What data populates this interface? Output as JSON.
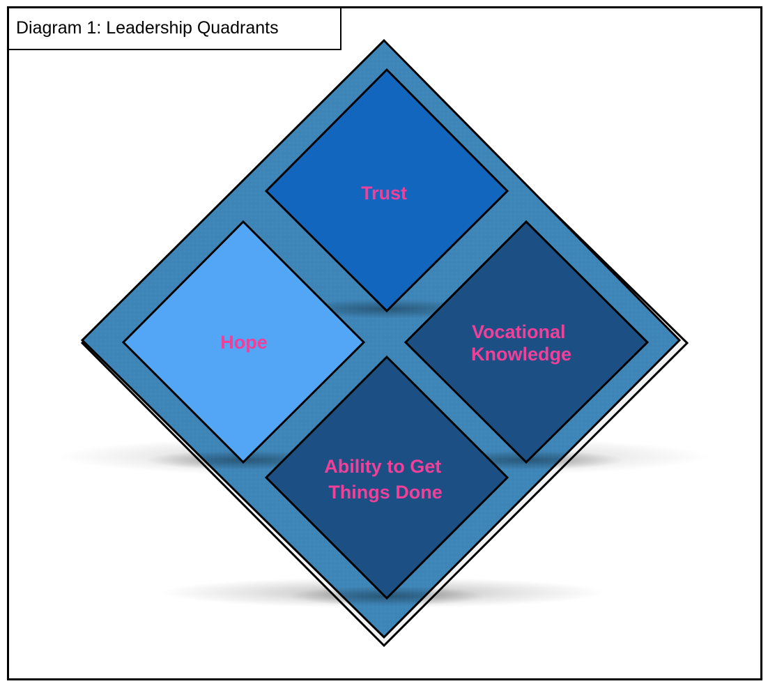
{
  "title": "Diagram 1: Leadership Quadrants",
  "colors": {
    "outer_diamond": "#3f86b8",
    "trust": "#1266be",
    "hope": "#52a6f5",
    "vocational": "#1c4f83",
    "ability": "#1c4f83",
    "label_text": "#f0409a",
    "outline": "#000000"
  },
  "quadrants": {
    "trust": {
      "line1": "Trust",
      "line2": ""
    },
    "hope": {
      "line1": "Hope",
      "line2": ""
    },
    "vocational": {
      "line1": "Vocational",
      "line2": "Knowledge"
    },
    "ability": {
      "line1": "Ability to Get",
      "line2": "Things Done"
    }
  }
}
